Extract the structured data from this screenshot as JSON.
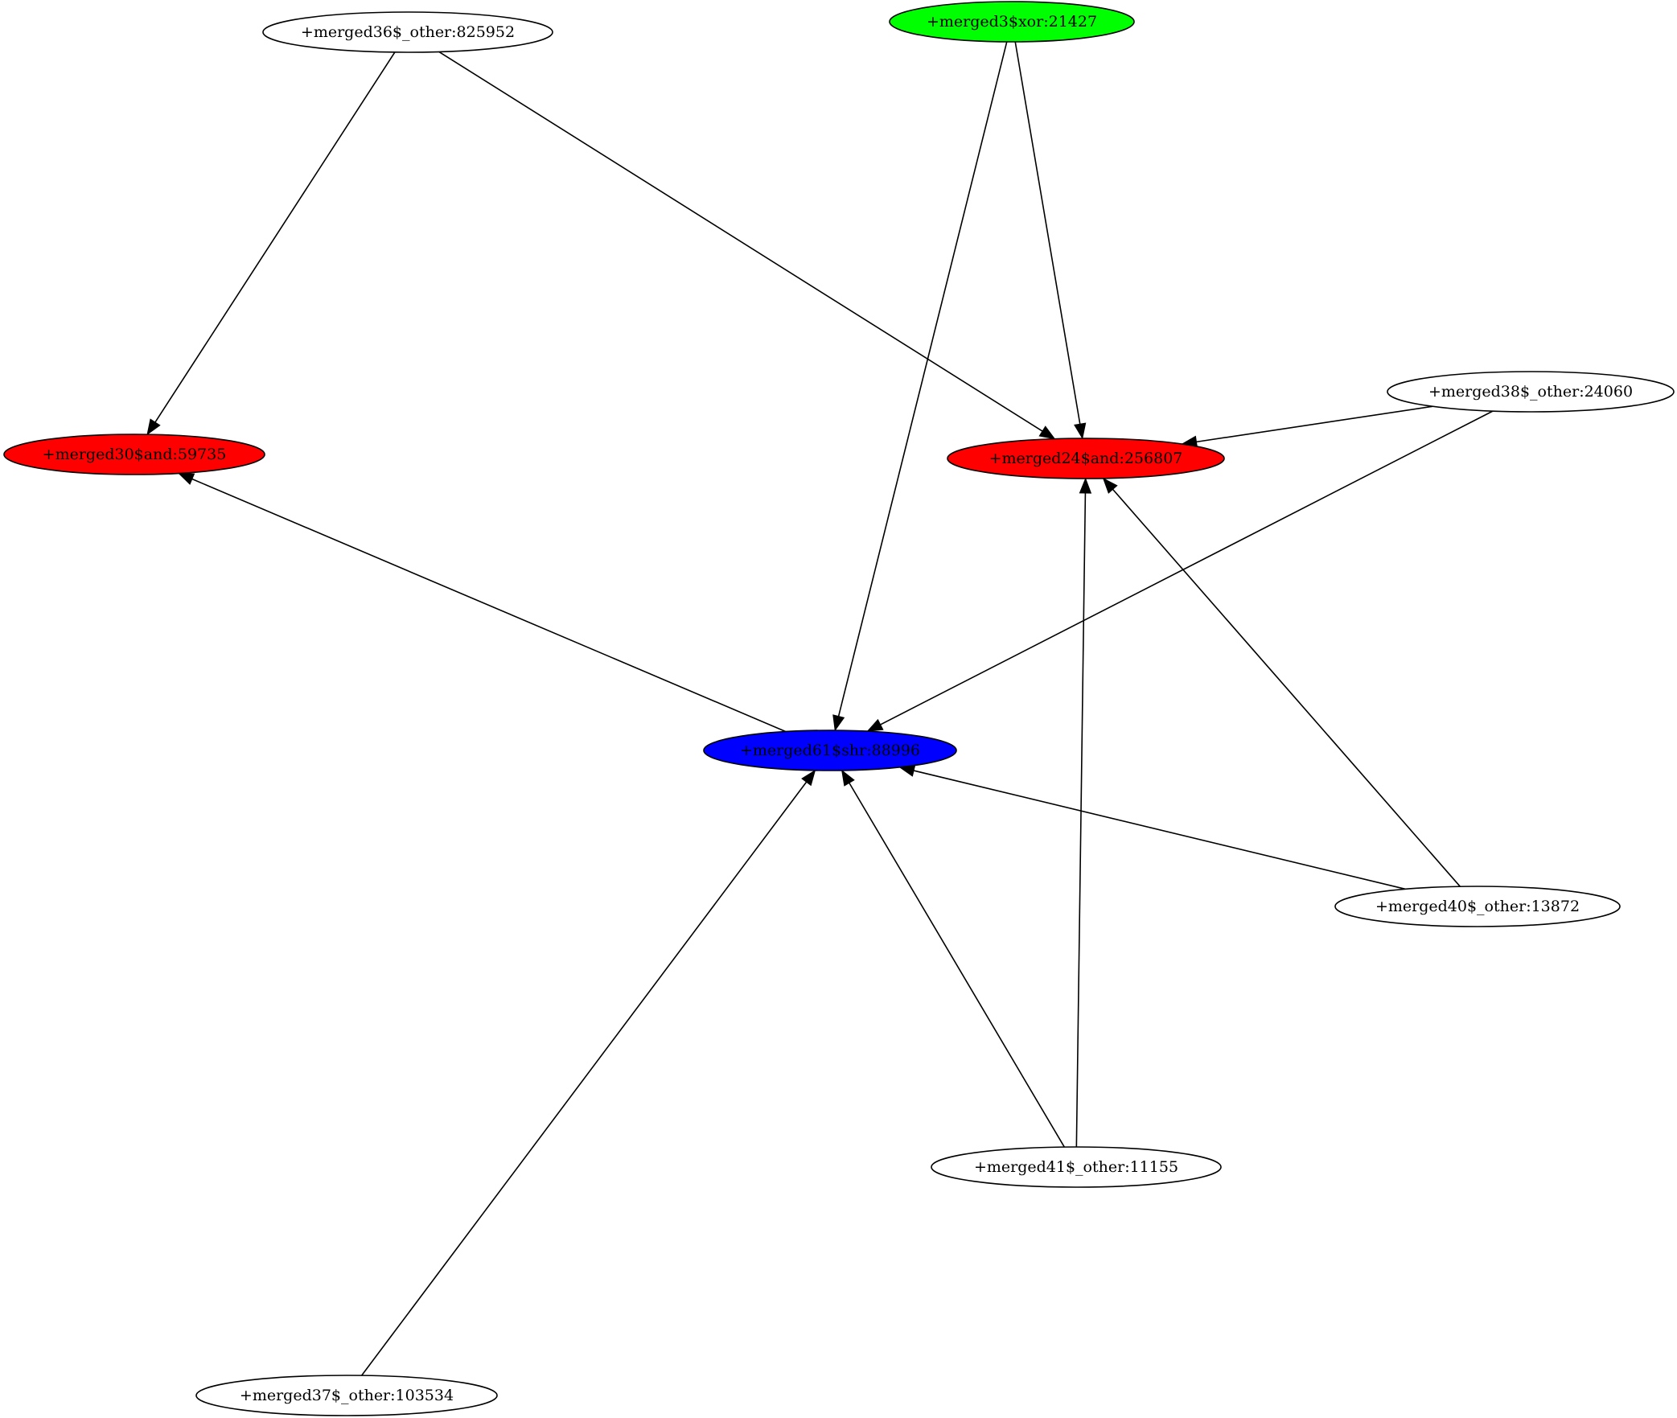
{
  "graph": {
    "nodes": [
      {
        "id": "n36",
        "label": "+merged36$_other:825952",
        "fill": "#ffffff"
      },
      {
        "id": "n3",
        "label": "+merged3$xor:21427",
        "fill": "#00ff00"
      },
      {
        "id": "n38",
        "label": "+merged38$_other:24060",
        "fill": "#ffffff"
      },
      {
        "id": "n30",
        "label": "+merged30$and:59735",
        "fill": "#ff0000"
      },
      {
        "id": "n24",
        "label": "+merged24$and:256807",
        "fill": "#ff0000"
      },
      {
        "id": "n61",
        "label": "+merged61$shr:88996",
        "fill": "#0000ff"
      },
      {
        "id": "n40",
        "label": "+merged40$_other:13872",
        "fill": "#ffffff"
      },
      {
        "id": "n41",
        "label": "+merged41$_other:11155",
        "fill": "#ffffff"
      },
      {
        "id": "n37",
        "label": "+merged37$_other:103534",
        "fill": "#ffffff"
      }
    ],
    "edges": [
      {
        "from": "n36",
        "to": "n30"
      },
      {
        "from": "n36",
        "to": "n24"
      },
      {
        "from": "n3",
        "to": "n61"
      },
      {
        "from": "n3",
        "to": "n24"
      },
      {
        "from": "n38",
        "to": "n24"
      },
      {
        "from": "n38",
        "to": "n61"
      },
      {
        "from": "n61",
        "to": "n30"
      },
      {
        "from": "n40",
        "to": "n61"
      },
      {
        "from": "n40",
        "to": "n24"
      },
      {
        "from": "n41",
        "to": "n61"
      },
      {
        "from": "n41",
        "to": "n24"
      },
      {
        "from": "n37",
        "to": "n61"
      }
    ]
  }
}
